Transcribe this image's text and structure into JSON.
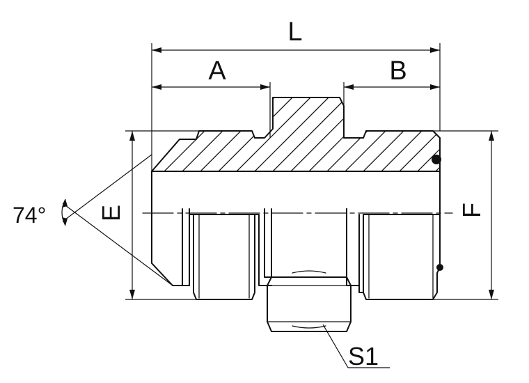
{
  "labels": {
    "overall_length": "L",
    "left_thread_length": "A",
    "right_thread_length": "B",
    "cone_angle": "74°",
    "left_diameter": "E",
    "right_diameter": "F",
    "hex_size": "S1"
  },
  "colors": {
    "line": "#111111",
    "background": "#ffffff"
  }
}
